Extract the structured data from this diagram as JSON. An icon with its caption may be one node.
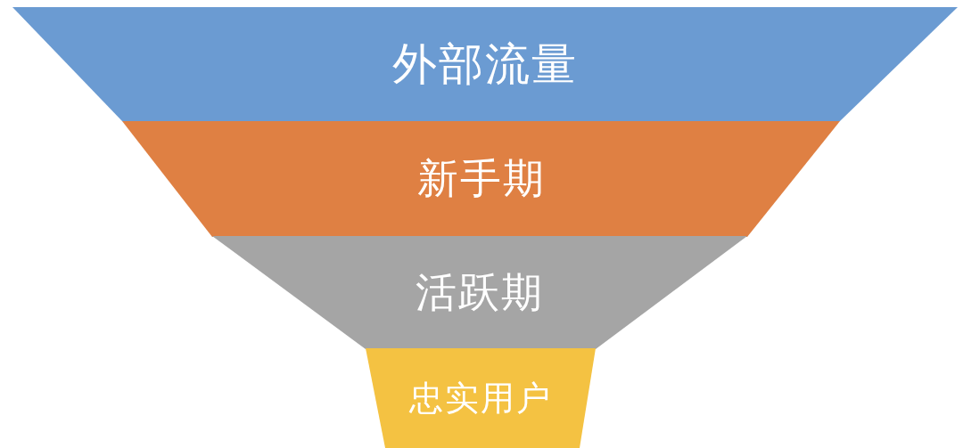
{
  "diagram": {
    "nodes": [
      {
        "text": [
          "外部流量"
        ]
      },
      {
        "text": [
          "新手期"
        ]
      },
      {
        "text": [
          "活跃期"
        ]
      },
      {
        "text": [
          "忠实用户"
        ]
      }
    ]
  }
}
